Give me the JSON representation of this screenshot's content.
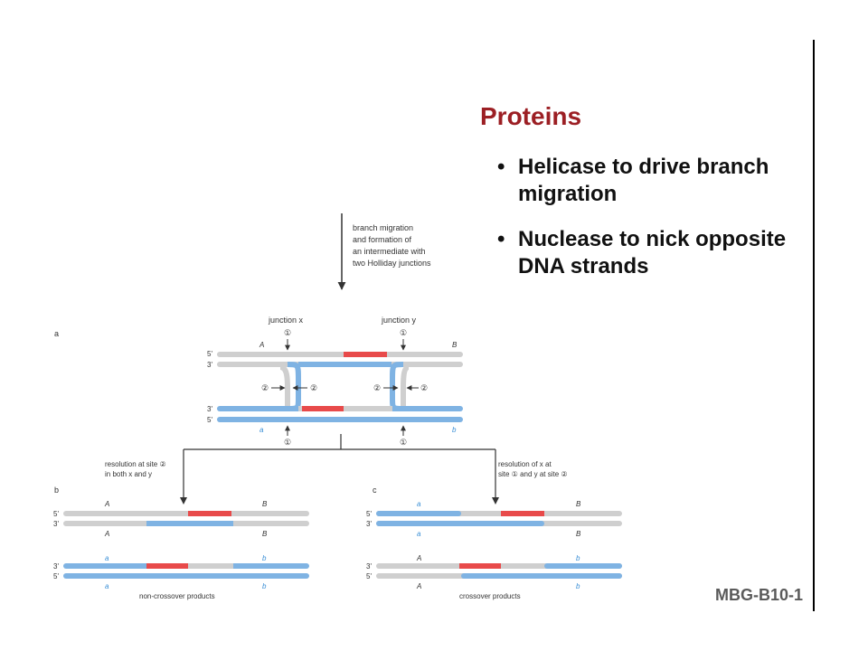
{
  "slide": {
    "title": "Proteins",
    "bullets": [
      {
        "text": "Helicase to drive branch migration"
      },
      {
        "text": "Nuclease to nick opposite DNA strands"
      }
    ],
    "footer": "MBG-B10-1"
  },
  "diagram": {
    "top_caption": [
      "branch migration",
      "and formation of",
      "an intermediate with",
      "two Holliday junctions"
    ],
    "panel_a": "a",
    "panel_b": "b",
    "panel_c": "c",
    "junction_x": "junction x",
    "junction_y": "junction y",
    "site1": "①",
    "site2": "②",
    "end5": "5'",
    "end3": "3'",
    "gene_A": "A",
    "gene_B": "B",
    "gene_a": "a",
    "gene_b": "b",
    "left_caption": [
      "resolution at site ②",
      "in both x and y"
    ],
    "right_caption": [
      "resolution of x at",
      "site ① and y at site ②"
    ],
    "left_products": "non-crossover products",
    "right_products": "crossover products"
  },
  "colors": {
    "title": "#9c1f24",
    "grey_strand": "#cfcfcf",
    "blue_strand": "#7fb3e3",
    "red_segment": "#e84a4a",
    "blue_label": "#3a8fd6"
  }
}
